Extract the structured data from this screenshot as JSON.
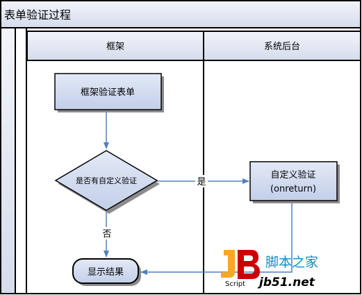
{
  "title": "表单验证过程",
  "lanes": {
    "left": "框架",
    "right": "系统后台"
  },
  "nodes": {
    "start": "框架验证表单",
    "decision": "是否有自定义验证",
    "custom_line1": "自定义验证",
    "custom_line2": "(onreturn)",
    "result": "显示结果"
  },
  "edges": {
    "yes": "是",
    "no": "否"
  },
  "watermark": {
    "logo_script": "Script",
    "site_cn": "脚本之家",
    "site_url": "jb51.net"
  },
  "colors": {
    "header_fill": "#dde3f0",
    "node_fill": "#cfd9ee",
    "arrow": "#4f81bd",
    "border": "#000000",
    "watermark_orange": "#ff6600",
    "watermark_red": "#cc0000",
    "watermark_blue": "#0b8dc9"
  }
}
